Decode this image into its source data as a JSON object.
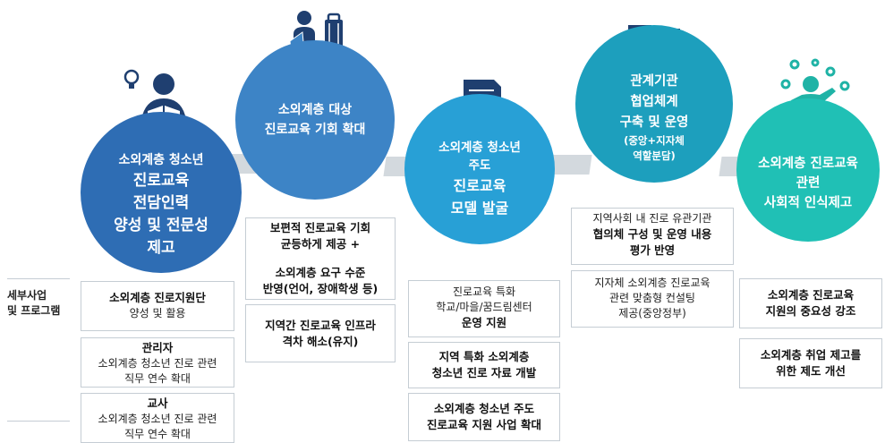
{
  "circles": [
    {
      "lines": [
        "소외계층 청소년",
        "진로교육",
        "전담인력",
        "양성 및 전문성",
        "제고"
      ],
      "color": "#2e6db4"
    },
    {
      "lines": [
        "소외계층 대상",
        "진로교육 기회 확대"
      ],
      "color": "#3d84c6"
    },
    {
      "lines": [
        "소외계층 청소년",
        "주도",
        "진로교육",
        "모델 발굴"
      ],
      "color": "#28a0d6"
    },
    {
      "lines": [
        "관계기관",
        "협업체계",
        "구축 및 운영",
        "(중앙+지자체",
        "역할분담)"
      ],
      "color": "#1d9fbd"
    },
    {
      "lines": [
        "소외계층 진로교육",
        "관련",
        "사회적 인식제고"
      ],
      "color": "#20c0b5"
    }
  ],
  "side_label": [
    "세부사업",
    "및 프로그램"
  ],
  "col1": [
    {
      "bold": "소외계층 진로지원단",
      "text": "양성 및 활용"
    },
    {
      "bold": "관리자",
      "text": "소외계층 청소년 진로 관련",
      "text2": "직무 연수 확대"
    },
    {
      "bold": "교사",
      "text": "소외계층 청소년 진로 관련",
      "text2": "직무 연수 확대"
    }
  ],
  "col2": {
    "box1": [
      "보편적 진로교육 기회",
      "균등하게 제공 +",
      "소외계층 요구 수준",
      "반영(언어, 장애학생 등)"
    ],
    "box2": [
      "지역간 진로교육 인프라",
      "격차 해소(유지)"
    ]
  },
  "col3": {
    "box1_text": [
      "진로교육 특화",
      "학교/마을/꿈드림센터"
    ],
    "box1_bold": "운영 지원",
    "box2": [
      "지역 특화 소외계층",
      "청소년  진로 자료 개발"
    ],
    "box3": [
      "소외계층 청소년 주도",
      "진로교육 지원 사업 확대"
    ]
  },
  "col4": {
    "box1_text": "지역사회 내 진로 유관기관",
    "box1_bold": [
      "협의체 구성 및 운영 내용",
      "평가 반영"
    ],
    "box2": [
      "지자체 소외계층 진로교육",
      "관련 맞춤형 컨설팅",
      "제공(중앙정부)"
    ]
  },
  "col5": {
    "box1": [
      "소외계층 진로교육",
      "지원의 중요성 강조"
    ],
    "box2": [
      "소외계층 취업 제고를",
      "위한 제도 개선"
    ]
  },
  "icons": {
    "c1": "person-reading-with-lightbulb-icon",
    "c2": "person-with-suitcase-icon",
    "c3": "document-magnifier-icon",
    "c4": "office-buildings-icon",
    "c5": "person-with-gears-icon"
  }
}
